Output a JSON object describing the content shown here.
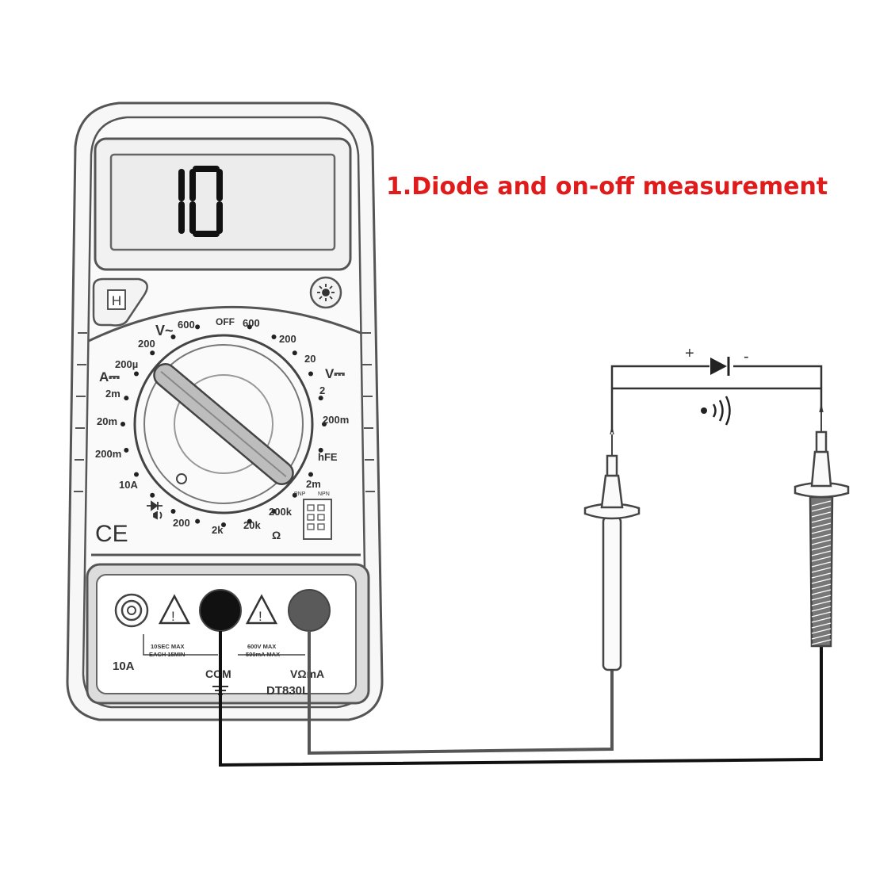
{
  "title": "1.Diode and on-off measurement",
  "colors": {
    "title": "#e01b1b",
    "outline": "#555555",
    "body_fill": "#f6f6f6"
  },
  "display": {
    "reading": "10"
  },
  "buttons": {
    "hold": "H",
    "backlight_icon": "sun-icon"
  },
  "dial": {
    "labels": {
      "off": "OFF",
      "v_ac": "V~",
      "v_ac_600": "600",
      "v_ac_200": "200",
      "v_dc_600": "600",
      "v_dc_200": "200",
      "v_dc_20": "20",
      "v_dc": "V⎓",
      "v_dc_2": "2",
      "v_dc_200m": "200m",
      "hfe": "hFE",
      "ohm_2m": "2m",
      "ohm_200k": "200k",
      "ohm_20k": "20k",
      "ohm_2k": "2k",
      "ohm_200": "200",
      "ohm": "Ω",
      "a_10": "10A",
      "a_200m": "200m",
      "a_20m": "20m",
      "a_2m": "2m",
      "a_200u": "200µ",
      "a_dc": "A⎓"
    }
  },
  "socket_panel": {
    "pnp": "PNP",
    "npn": "NPN"
  },
  "logo": "CE",
  "jacks": {
    "label_10a": "10A",
    "label_com": "COM",
    "label_vma": "VΩmA",
    "warning_left_1": "10SEC MAX",
    "warning_left_2": "EACH 15MIN",
    "warning_right_1": "600V MAX",
    "warning_right_2": "500mA MAX",
    "model": "DT830L"
  },
  "circuit": {
    "plus": "+",
    "minus": "-"
  }
}
